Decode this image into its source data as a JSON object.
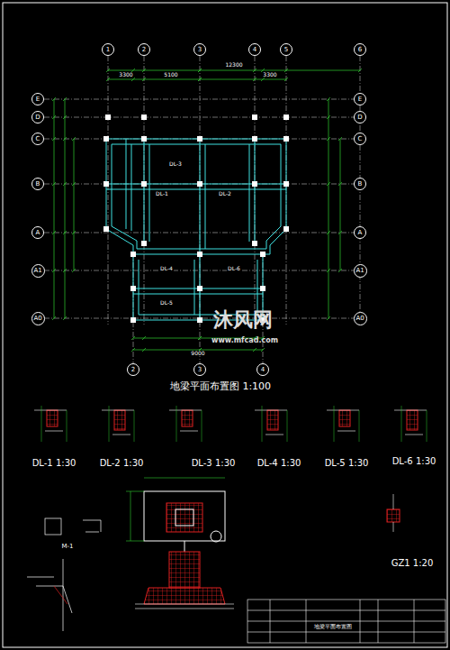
{
  "diagram": {
    "title": "地梁平面布置图 1:100",
    "nodes": [
      {
        "text": [
          "1"
        ]
      },
      {
        "text": [
          "2"
        ]
      },
      {
        "text": [
          "3"
        ]
      },
      {
        "text": [
          "4"
        ]
      },
      {
        "text": [
          "5"
        ]
      },
      {
        "text": [
          "6"
        ]
      },
      {
        "text": [
          "2"
        ]
      },
      {
        "text": [
          "3"
        ]
      },
      {
        "text": [
          "4"
        ]
      },
      {
        "text": [
          "E"
        ]
      },
      {
        "text": [
          "D"
        ]
      },
      {
        "text": [
          "C"
        ]
      },
      {
        "text": [
          "B"
        ]
      },
      {
        "text": [
          "A"
        ]
      },
      {
        "text": [
          "A1"
        ]
      },
      {
        "text": [
          "A0"
        ]
      },
      {
        "text": [
          "E"
        ]
      },
      {
        "text": [
          "D"
        ]
      },
      {
        "text": [
          "C"
        ]
      },
      {
        "text": [
          "B"
        ]
      },
      {
        "text": [
          "A"
        ]
      },
      {
        "text": [
          "A1"
        ]
      },
      {
        "text": [
          "A0"
        ]
      }
    ],
    "labels": [
      "DL-1 1:30",
      "DL-2 1:30",
      "DL-3 1:30",
      "DL-4 1:30",
      "DL-5 1:30",
      "DL-6 1:30",
      "GZ1 1:20",
      "M-1",
      "沐风网",
      "www.mfcad.com",
      "地梁平面布置图",
      "DL-1",
      "DL-2",
      "DL-3",
      "DL-4",
      "DL-5",
      "DL-6",
      "12300",
      "3300",
      "5100",
      "3300",
      "9000"
    ]
  }
}
